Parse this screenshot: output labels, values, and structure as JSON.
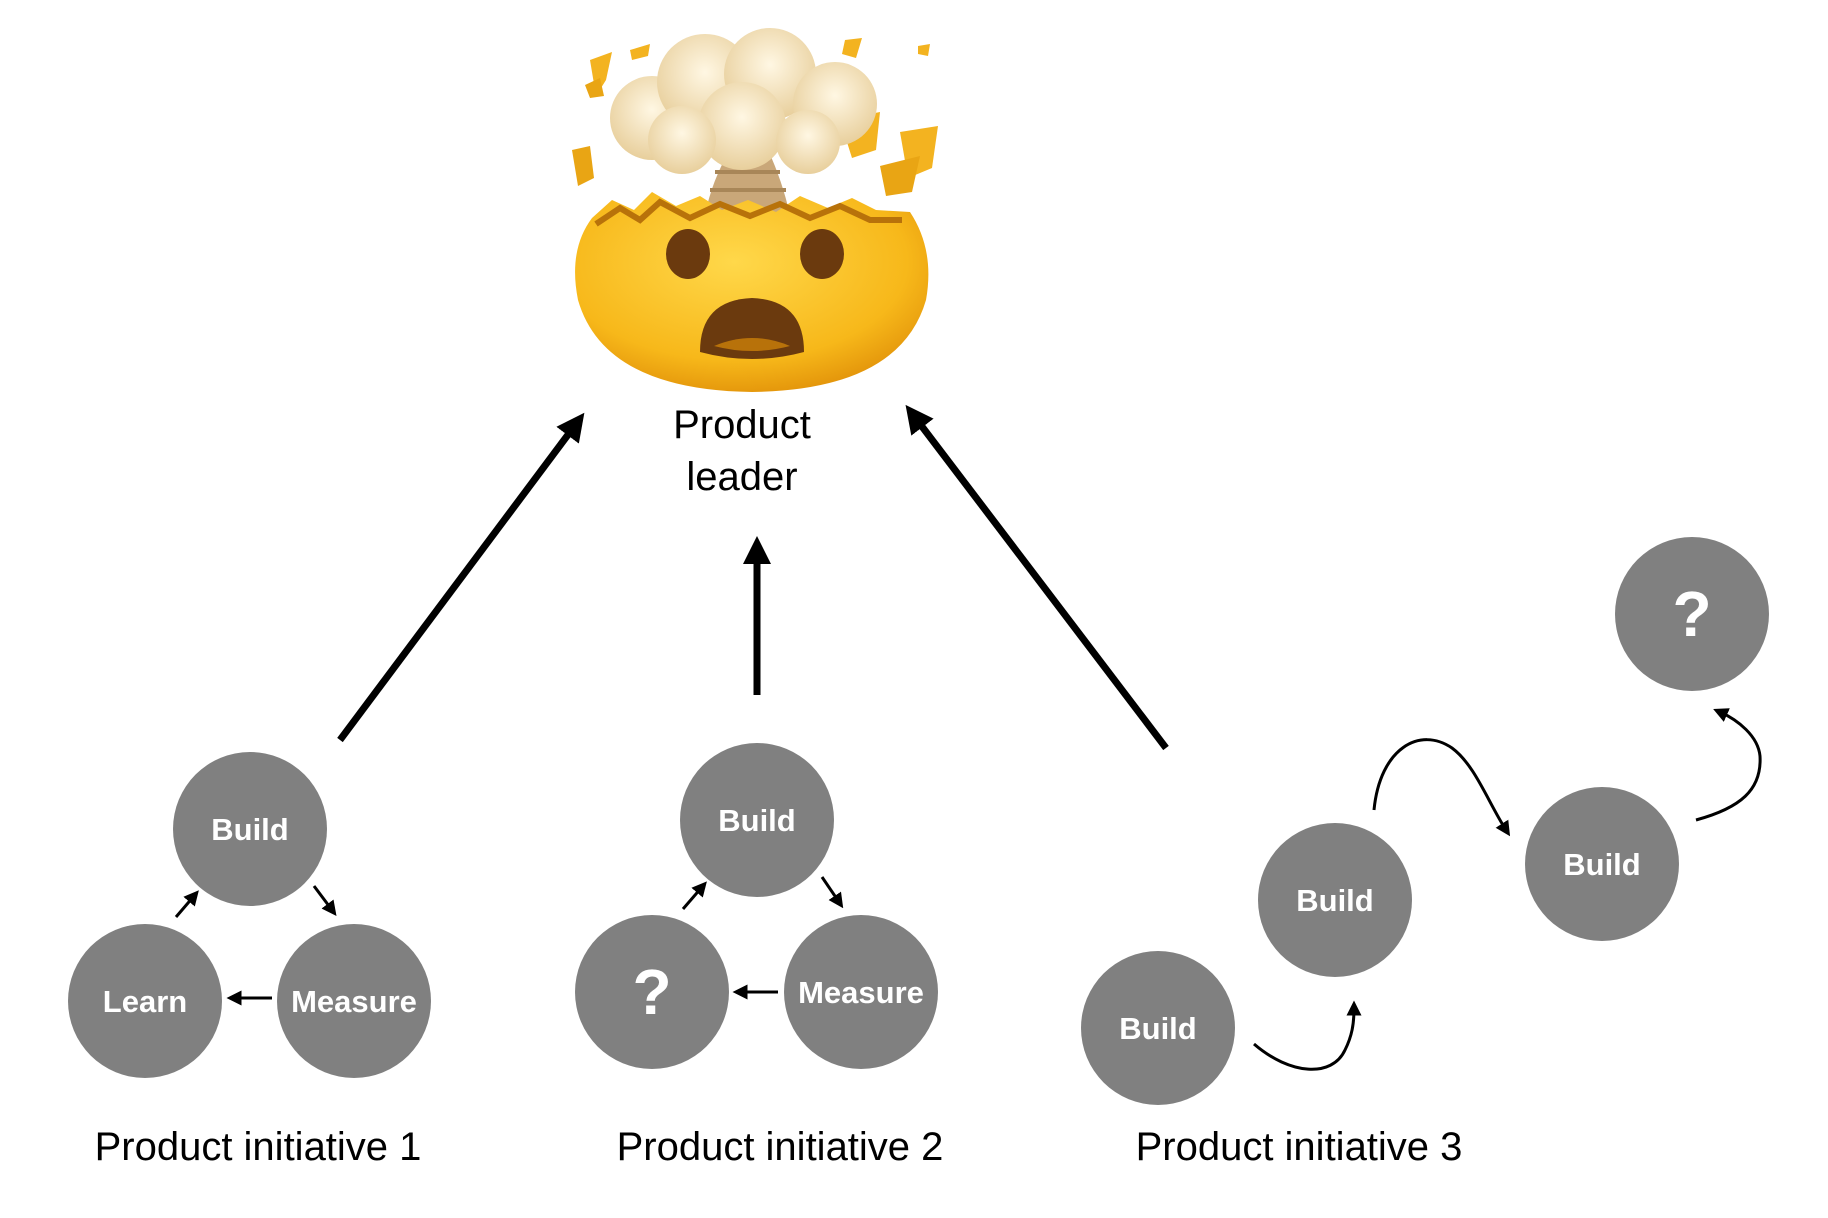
{
  "leader": {
    "label_line1": "Product",
    "label_line2": "leader",
    "emoji": "exploding-head"
  },
  "initiatives": [
    {
      "label": "Product initiative 1",
      "nodes": [
        "Build",
        "Learn",
        "Measure"
      ]
    },
    {
      "label": "Product initiative 2",
      "nodes": [
        "Build",
        "?",
        "Measure"
      ]
    },
    {
      "label": "Product initiative 3",
      "nodes": [
        "Build",
        "Build",
        "Build",
        "?"
      ]
    }
  ],
  "colors": {
    "node_fill": "#808080",
    "node_text": "#ffffff",
    "arrow": "#000000",
    "face": "#f7c21c",
    "face_dark": "#e09a0a",
    "cloud": "#f6e7c5"
  }
}
